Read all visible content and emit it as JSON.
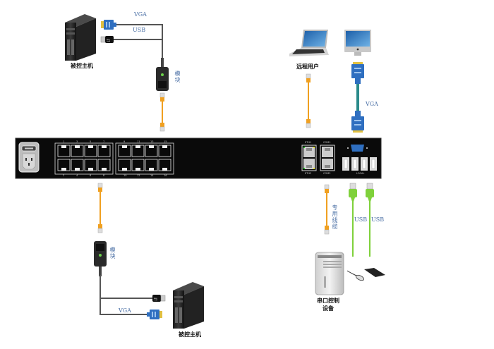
{
  "diagram": {
    "title": "KVM 连接示意图",
    "labels": {
      "top_host": "被控主机",
      "top_module": "模块",
      "top_vga": "VGA",
      "top_usb": "USB",
      "remote_user": "远程用户",
      "right_vga": "VGA",
      "bottom_module": "模块",
      "bottom_vga": "VGA",
      "bottom_host": "被控主机",
      "dedicated_cable": "专用线缆",
      "usb_1": "USB",
      "usb_2": "USB",
      "serial_device_line1": "串口控制",
      "serial_device_line2": "设备"
    },
    "kvm_device": {
      "port_labels_top_left": [
        "1",
        "3",
        "5",
        "7"
      ],
      "port_labels_bottom_left": [
        "2",
        "4",
        "6",
        "8"
      ],
      "port_labels_top_right": [
        "9",
        "11",
        "13",
        "15"
      ],
      "port_labels_bottom_right": [
        "10",
        "12",
        "14",
        "16"
      ],
      "eth1": "ETH1",
      "eth2": "ETH2",
      "com1": "COM1",
      "com2": "COM2",
      "local": "LOCAL"
    },
    "colors": {
      "device_body": "#0a0a0a",
      "cat_cable": "#f0a020",
      "vga_blue": "#2f6fc0",
      "vga_teal": "#2a8a8a",
      "usb_green": "#7fd13b",
      "cable_gray": "#555555",
      "label_blue": "#4a6fa5",
      "led_green": "#6cd24a"
    }
  }
}
